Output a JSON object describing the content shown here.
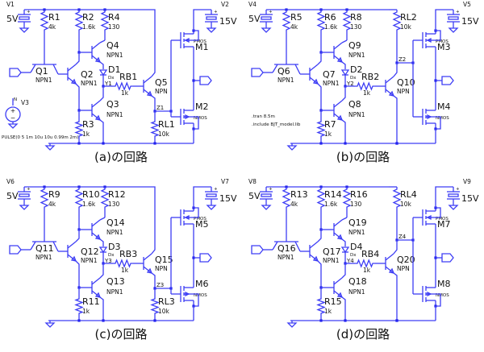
{
  "circuits": [
    {
      "id": "a",
      "caption": "(a)の回路",
      "supply_in": {
        "name": "V1",
        "value": "5V"
      },
      "supply_out": {
        "name": "V2",
        "value": "15V"
      },
      "resistors": {
        "r_in": {
          "name": "R1",
          "value": "4k"
        },
        "r_mid": {
          "name": "R2",
          "value": "1.6k"
        },
        "r_top": {
          "name": "R4",
          "value": "130"
        },
        "r_bot": {
          "name": "R3",
          "value": "1k"
        },
        "r_base": {
          "name": "RB1",
          "value": "1k"
        },
        "r_load": {
          "name": "RL1",
          "value": "10k"
        }
      },
      "transistors": {
        "q_in": {
          "name": "Q1",
          "model": "NPN1"
        },
        "q_split": {
          "name": "Q2",
          "model": "NPN1"
        },
        "q_up": {
          "name": "Q4",
          "model": "NPN1"
        },
        "q_down": {
          "name": "Q3",
          "model": "NPN1"
        },
        "q_drv": {
          "name": "Q5",
          "model": "NPN"
        }
      },
      "diode": {
        "name": "D1",
        "model": "Dx"
      },
      "mos_p": {
        "name": "M1",
        "model": "PMOS"
      },
      "mos_n": {
        "name": "M2",
        "model": "NMOS"
      },
      "net_y": "Y1",
      "net_z": "Z1",
      "input_port": "IN",
      "output_port": "A",
      "load_at_top": false,
      "source": {
        "name": "V3",
        "polarity": "N",
        "spec": "PULSE(0 5 1m 10u 10u 0.99m 2m)"
      },
      "directives": []
    },
    {
      "id": "b",
      "caption": "(b)の回路",
      "supply_in": {
        "name": "V4",
        "value": "5V"
      },
      "supply_out": {
        "name": "V5",
        "value": "15V"
      },
      "resistors": {
        "r_in": {
          "name": "R5",
          "value": "4k"
        },
        "r_mid": {
          "name": "R6",
          "value": "1.6k"
        },
        "r_top": {
          "name": "R8",
          "value": "130"
        },
        "r_bot": {
          "name": "R7",
          "value": "1k"
        },
        "r_base": {
          "name": "RB2",
          "value": "1k"
        },
        "r_load": {
          "name": "RL2",
          "value": "10k"
        }
      },
      "transistors": {
        "q_in": {
          "name": "Q6",
          "model": "NPN1"
        },
        "q_split": {
          "name": "Q7",
          "model": "NPN1"
        },
        "q_up": {
          "name": "Q9",
          "model": "NPN1"
        },
        "q_down": {
          "name": "Q8",
          "model": "NPN1"
        },
        "q_drv": {
          "name": "Q10",
          "model": "NPN"
        }
      },
      "diode": {
        "name": "D2",
        "model": "Dx"
      },
      "mos_p": {
        "name": "M3",
        "model": "PMOS"
      },
      "mos_n": {
        "name": "M4",
        "model": "NMOS"
      },
      "net_y": "Y2",
      "net_z": "Z2",
      "input_port": "IN",
      "output_port": "B",
      "load_at_top": true,
      "source": null,
      "directives": [
        ".tran 8.5m",
        ".include BJT_model.lib"
      ]
    },
    {
      "id": "c",
      "caption": "(c)の回路",
      "supply_in": {
        "name": "V6",
        "value": "5V"
      },
      "supply_out": {
        "name": "V7",
        "value": "15V"
      },
      "resistors": {
        "r_in": {
          "name": "R9",
          "value": "4k"
        },
        "r_mid": {
          "name": "R10",
          "value": "1.6k"
        },
        "r_top": {
          "name": "R12",
          "value": "130"
        },
        "r_bot": {
          "name": "R11",
          "value": "1k"
        },
        "r_base": {
          "name": "RB3",
          "value": "1k"
        },
        "r_load": {
          "name": "RL3",
          "value": "10k"
        }
      },
      "transistors": {
        "q_in": {
          "name": "Q11",
          "model": "NPN1"
        },
        "q_split": {
          "name": "Q12",
          "model": "NPN1"
        },
        "q_up": {
          "name": "Q14",
          "model": "NPN1"
        },
        "q_down": {
          "name": "Q13",
          "model": "NPN1"
        },
        "q_drv": {
          "name": "Q15",
          "model": "NPN"
        }
      },
      "diode": {
        "name": "D3",
        "model": "Dx"
      },
      "mos_p": {
        "name": "M5",
        "model": "PMOS"
      },
      "mos_n": {
        "name": "M6",
        "model": "NMOS"
      },
      "net_y": "Y3",
      "net_z": "Z3",
      "input_port": "IN",
      "output_port": "C",
      "load_at_top": false,
      "source": null,
      "directives": []
    },
    {
      "id": "d",
      "caption": "(d)の回路",
      "supply_in": {
        "name": "V8",
        "value": "5V"
      },
      "supply_out": {
        "name": "V9",
        "value": "15V"
      },
      "resistors": {
        "r_in": {
          "name": "R13",
          "value": "4k"
        },
        "r_mid": {
          "name": "R14",
          "value": "1.6k"
        },
        "r_top": {
          "name": "R16",
          "value": "130"
        },
        "r_bot": {
          "name": "R15",
          "value": "1k"
        },
        "r_base": {
          "name": "RB4",
          "value": "1k"
        },
        "r_load": {
          "name": "RL4",
          "value": "10k"
        }
      },
      "transistors": {
        "q_in": {
          "name": "Q16",
          "model": "NPN1"
        },
        "q_split": {
          "name": "Q17",
          "model": "NPN1"
        },
        "q_up": {
          "name": "Q19",
          "model": "NPN1"
        },
        "q_down": {
          "name": "Q18",
          "model": "NPN1"
        },
        "q_drv": {
          "name": "Q20",
          "model": "NPN"
        }
      },
      "diode": {
        "name": "D4",
        "model": "Dx"
      },
      "mos_p": {
        "name": "M7",
        "model": "PMOS"
      },
      "mos_n": {
        "name": "M8",
        "model": "NMOS"
      },
      "net_y": "Y4",
      "net_z": "Z4",
      "input_port": "IN",
      "output_port": "D",
      "load_at_top": true,
      "source": null,
      "directives": []
    }
  ]
}
